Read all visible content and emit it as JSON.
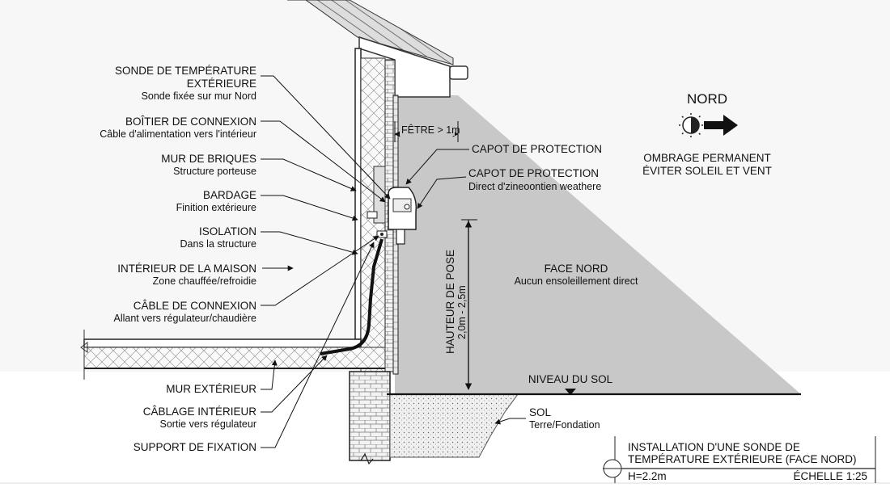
{
  "compass": {
    "label": "NORD"
  },
  "shading_note": {
    "line1": "OMBRAGE PERMANENT",
    "line2": "ÉVITER SOLEIL ET VENT"
  },
  "callouts_left": [
    {
      "title1": "SONDE DE TEMPÉRATURE",
      "title2": "EXTÉRIEURE",
      "sub": "Sonde fixée sur mur Nord"
    },
    {
      "title1": "BOÎTIER DE CONNEXION",
      "sub": "Câble d'alimentation vers l'intérieur"
    },
    {
      "title1": "MUR DE BRIQUES",
      "sub": "Structure porteuse"
    },
    {
      "title1": "BARDAGE",
      "sub": "Finition extérieure"
    },
    {
      "title1": "ISOLATION",
      "sub": "Dans la structure"
    },
    {
      "title1": "INTÉRIEUR DE LA MAISON",
      "sub": "Zone chauffée/refroidie"
    },
    {
      "title1": "CÂBLE DE CONNEXION",
      "sub": "Allant vers régulateur/chaudière"
    },
    {
      "title1": "MUR EXTÉRIEUR"
    },
    {
      "title1": "CÂBLAGE INTÉRIEUR",
      "sub": "Sortie vers régulateur"
    },
    {
      "title1": "SUPPORT DE FIXATION"
    }
  ],
  "callouts_right": {
    "cap1": "CAPOT DE PROTECTION",
    "cap2": "CAPOT DE PROTECTION",
    "cap2_sub": "Direct d'zineoontien weathere",
    "ridge": "FÊTRE > 1m",
    "north_face": "FACE NORD",
    "north_face_sub": "Aucun ensoleillement direct",
    "mount_height1": "HAUTEUR DE POSE",
    "mount_height2": "2,0m - 2,5m",
    "ground_level": "NIVEAU DU SOL",
    "soil": "SOL",
    "soil_sub": "Terre/Fondation"
  },
  "title_block": {
    "line1": "INSTALLATION D'UNE SONDE DE",
    "line2": "TEMPÉRATURE EXTÉRIEURE (FACE NORD)",
    "height": "H=2.2m",
    "scale": "ÉCHELLE 1:25"
  }
}
